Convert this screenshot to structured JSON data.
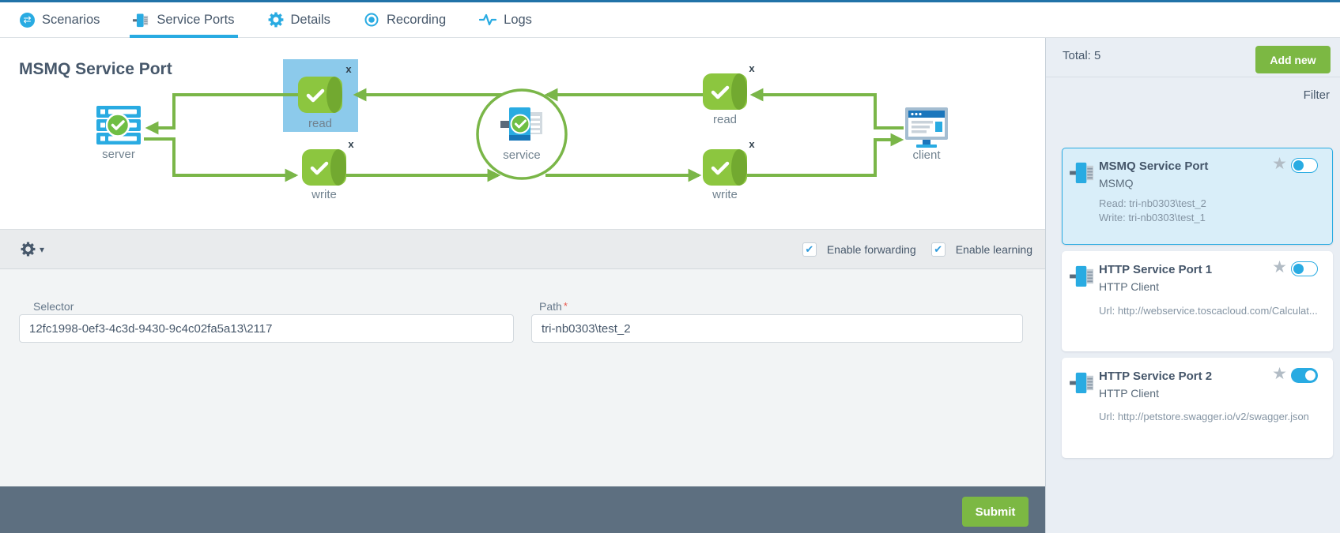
{
  "nav": {
    "tabs": [
      {
        "label": "Scenarios"
      },
      {
        "label": "Service Ports"
      },
      {
        "label": "Details"
      },
      {
        "label": "Recording"
      },
      {
        "label": "Logs"
      }
    ],
    "active_tab": "Service Ports",
    "swap_glyph": "⇄"
  },
  "main": {
    "title": "MSMQ Service Port",
    "diagram": {
      "server_label": "server",
      "read_left_label": "read",
      "write_left_label": "write",
      "service_label": "service",
      "read_right_label": "read",
      "write_right_label": "write",
      "client_label": "client",
      "close_glyph": "x"
    },
    "toolbar": {
      "caret_glyph": "▾",
      "check_glyph": "✔",
      "forwarding_label": "Enable forwarding",
      "learning_label": "Enable learning"
    },
    "form": {
      "selector_label": "Selector",
      "selector_value": "12fc1998-0ef3-4c3d-9430-9c4c02fa5a13\\2117",
      "path_label": "Path",
      "required_glyph": "*",
      "path_value": "tri-nb0303\\test_2"
    },
    "submit_label": "Submit"
  },
  "sidebar": {
    "total_label": "Total: 5",
    "add_new_label": "Add new",
    "filter_label": "Filter",
    "star_glyph": "★",
    "cards": [
      {
        "title": "MSMQ Service Port",
        "subtitle": "MSMQ",
        "line1": "Read: tri-nb0303\\test_2",
        "line2": "Write: tri-nb0303\\test_1",
        "selected": true,
        "toggle_on": false
      },
      {
        "title": "HTTP Service Port 1",
        "subtitle": "HTTP Client",
        "line1": "Url: http://webservice.toscacloud.com/Calculat...",
        "selected": false,
        "toggle_on": false
      },
      {
        "title": "HTTP Service Port 2",
        "subtitle": "HTTP Client",
        "line1": "Url: http://petstore.swagger.io/v2/swagger.json",
        "selected": false,
        "toggle_on": true
      }
    ]
  },
  "colors": {
    "accent_blue": "#29ABE2",
    "button_green": "#7CB843",
    "arrow_green": "#7AB648",
    "slate_text": "#47586B",
    "selected_card_bg": "#D9EEF9",
    "footer_bg": "#5D6F80",
    "node_highlight_bg": "#8CCAEB"
  }
}
